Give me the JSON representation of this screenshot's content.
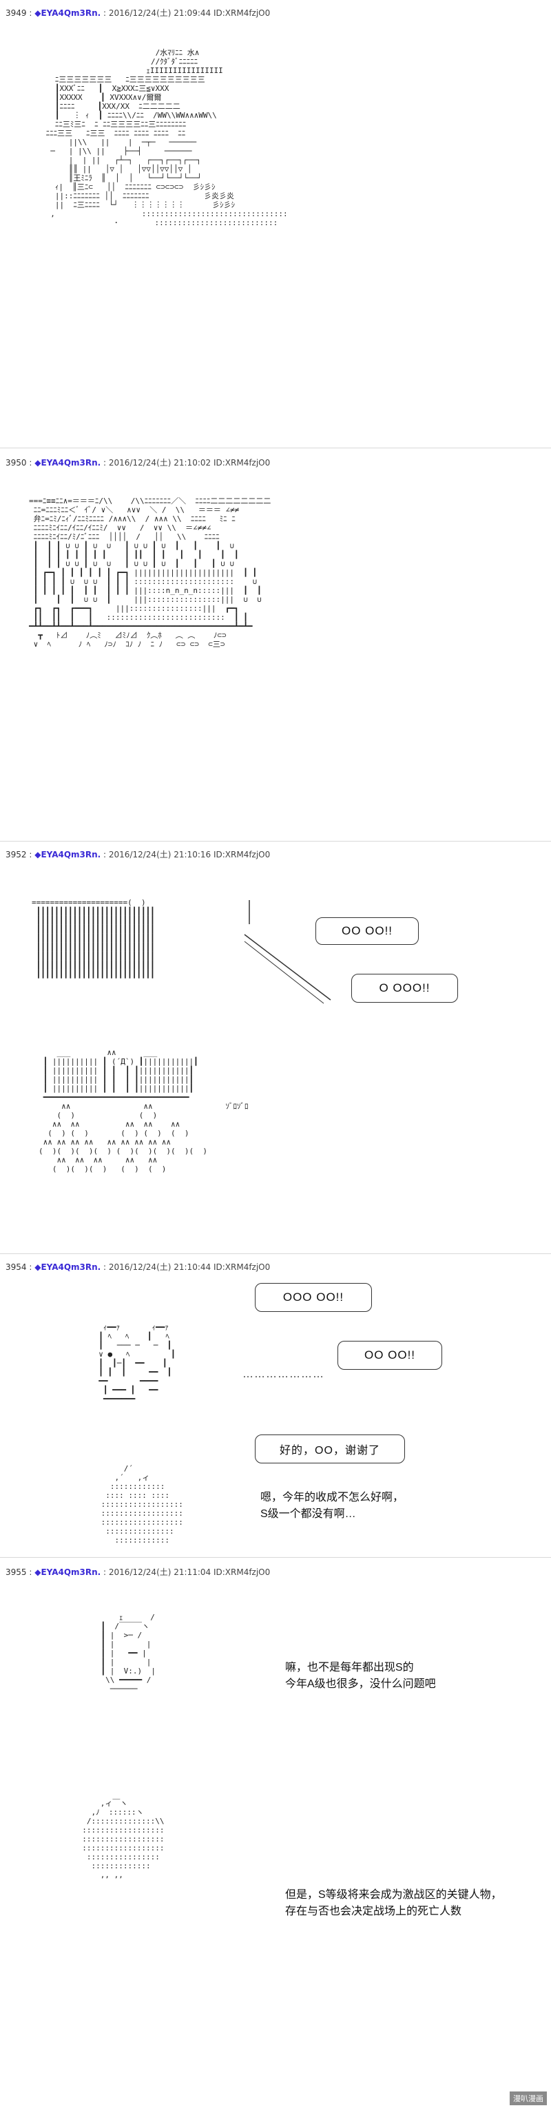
{
  "posts": [
    {
      "number": "3949",
      "author": "EYA4Qm3Rn.",
      "meta": "2016/12/24(土) 21:09:44 ID:XRM4fzjO0"
    },
    {
      "number": "3950",
      "author": "EYA4Qm3Rn.",
      "meta": "2016/12/24(土) 21:10:02 ID:XRM4fzjO0"
    },
    {
      "number": "3952",
      "author": "EYA4Qm3Rn.",
      "meta": "2016/12/24(土) 21:10:16 ID:XRM4fzjO0",
      "bubbles": [
        "OO OO!!",
        "O OOO!!"
      ]
    },
    {
      "number": "3954",
      "author": "EYA4Qm3Rn.",
      "meta": "2016/12/24(土) 21:10:44 ID:XRM4fzjO0",
      "bubbles": [
        "OOO OO!!",
        "OO OO!!",
        "好的，OO，谢谢了"
      ],
      "dots": "…………………",
      "speech": [
        "嗯，今年的收成不怎么好啊，",
        "S级一个都没有啊…"
      ]
    },
    {
      "number": "3955",
      "author": "EYA4Qm3Rn.",
      "meta": "2016/12/24(土) 21:11:04 ID:XRM4fzjO0",
      "speech_a": [
        "嘛，也不是每年都出现S的",
        "今年A级也很多，没什么问题吧"
      ],
      "speech_b": [
        "但是，S等级将来会成为激战区的关键人物，",
        "存在与否也会决定战场上的死亡人数"
      ]
    }
  ],
  "watermark": "漫叭漫画",
  "icons": {
    "post-marker": "diamond-icon"
  },
  "colors": {
    "author": "#3b2bd6",
    "text": "#111111"
  },
  "art": {
    "p1": "                         /水ﾏﾘﾆﾆ 水∧\n                        //ｸﾀﾞﾀﾞﾆﾆﾆﾆﾆ\n                       ｪIIIIIIIIIIIIIIII\n   ﾆ三三三三三三三   ﾆ三三三三三三三三三三\n   ┃XXXﾞﾆﾆ   ┃  X≧XXXﾆ三≦∨XXX\n   ┃XXXXX    ┃ XVXXX∧∨/爾爾\n   ┃ﾆﾆﾆﾆ     ┃XXX/XX  ﾆ二二二二二\n   ┃   ︙ ｨ  ┃ ﾆﾆﾆﾆ\\\\/ﾆﾆ  /WW\\\\WW∧∧∧WW\\\\\n   ﾆﾆ三ﾐ三ﾆ  ﾆ ﾆﾆ三三三三ﾆﾆ三ﾆﾆﾆﾆﾆﾆﾆﾆ\n ﾆﾆﾆ三三   ﾆ三三  ﾆﾆﾆﾆ ﾆﾆﾆﾆ ﾆﾆﾆﾆ  ﾆﾆ\n      ||\\\\   ||    |  ─┬─   ──────\n  ─   | |\\\\ ||    ├──┤     ──────\n      |  | ||   ┌┴─┐   ┌──┐┌──┐┌──┐\n      ║║ ||   │▽ │   │▽▽││▽▽││▽ │\n      ║王ﾐﾆﾗ  ║  │  │   └──┘└──┘└──┘\n   ｨ|  ║三ﾆ⊂   ││  ﾆﾆﾆﾆﾆﾆﾆ ⊂⊃⊂⊃⊂⊃  彡ｼ彡ｼ\n   ||::ﾆﾆﾆﾆﾆﾆﾆ ││  ﾆﾆﾆﾆﾆﾆﾆ            彡炎彡炎\n   ||  ﾆ三ﾆﾆﾆﾆ  └┘   ︙︙︙︙︙︙︙      彡ｼ彡ｼ\n  ,                   ::::::::::::::::::::::::::::::::\n                ･        :::::::::::::::::::::::::::",
    "p2": "===ﾆ≡≡ﾆﾆ∧=＝＝＝ﾆ/\\\\    /\\\\ﾆﾆﾆﾆﾆﾆﾆ／＼  ﾆﾆﾆﾆ二二二二二二二二\n ﾆﾆ=ﾆﾆﾆﾐﾆﾆ＜ﾞ ｲﾞ/ ∨＼   ∧∨∨  ＼ /  \\\\   ＝＝＝ ∠≠≠\n 弁ﾆ=ﾆﾐ/ﾆｨﾞ/ﾆﾆﾐﾆﾆﾆﾆ /∧∧∧\\\\  / ∧∧∧ \\\\  ﾆﾆﾆﾆ   ﾐﾆ ﾆ\n ﾆﾆﾆﾆﾐﾆｲﾆﾆ/ｲﾆﾆ/ｲﾆﾆﾐ/  ∨∨   /  ∨∨ \\\\  ＝∠≠≠∠\n ﾆﾆﾆﾆﾐﾆｲﾆﾆ/ﾐ/ﾆﾞﾆﾆﾆ  ││││  /   ││   \\\\    ﾆﾆﾆﾆ\n ┃  ┃ ┃ ∪ ∪ ┃ ∪  ∪   ┃ ∪ ∪ ┃ ∪  ┃   ┃    ┃  ∪\n ┃  ┃ ┃ ┃ ┃ ┃ ┃ ┃    ┃ ┃┃  ┃ ┃   ┃   ┃    ┃  ┃\n ┃  ┃ ┃ ∪ ∪ ┃ ∪  ∪   ┃ ∪ ∪ ┃ ∪  ┃   ┃   ┃ ∪ ∪\n ┃ ┏━┓ ┃ ┃ ┃ ┃ ┃ ┃ ┏━┓ ||||||||||||||||||||||  ┃ ┃\n ┃ ┃ ┃ ┃ ∪  ∪ ∪  ┃ ┃ ┃ ::::::::::::::::::::::    ∪\n ┃ ┃ ┃ ┃ ┃  ┃ ┃  ┃ ┃ ┃ |||::::n_n_n_n:::::|||  ┃  ┃\n ┃    ┃  ┃  ∪ ∪  ┃     |||::::::::::::::::|||  ∪  ∪\n ┏┓  ┏┓  ┏━━━┓     |||::::::::::::::::|||  ┏━┓\n ┃┃  ┃┃  ┃   ┃   ::::::::::::::::::::::::::  ┃ ┃\n━┻┻━━┻┻━━┻━━━┻━━━━━━━━━━━━━━━━━━━━━━━━━━━━━━━┻━┻━\n  ┳   ﾄ⊿    ﾉ︵ﾐ   ⊿ﾐﾉ⊿  ｸ︵ﾎ   ︵ ︵    ﾉ⊂⊃\n ∨  ﾍ      ﾉ ﾍ   ﾉ⊃ﾉ  ｺﾉ ﾉ  ﾆ ﾉ   ⊂⊃ ⊂⊃  ⊂三⊃",
    "p3a": "=====================(  )\n ┃┃┃┃┃┃┃┃┃┃┃┃┃┃┃┃┃┃┃┃┃┃┃┃┃┃\n ┃┃┃┃┃┃┃┃┃┃┃┃┃┃┃┃┃┃┃┃┃┃┃┃┃┃\n ┃┃┃┃┃┃┃┃┃┃┃┃┃┃┃┃┃┃┃┃┃┃┃┃┃┃\n ┃┃┃┃┃┃┃┃┃┃┃┃┃┃┃┃┃┃┃┃┃┃┃┃┃┃\n ┃┃┃┃┃┃┃┃┃┃┃┃┃┃┃┃┃┃┃┃┃┃┃┃┃┃\n ┃┃┃┃┃┃┃┃┃┃┃┃┃┃┃┃┃┃┃┃┃┃┃┃┃┃\n ┃┃┃┃┃┃┃┃┃┃┃┃┃┃┃┃┃┃┃┃┃┃┃┃┃┃\n ┃┃┃┃┃┃┃┃┃┃┃┃┃┃┃┃┃┃┃┃┃┃┃┃┃┃",
    "p3b": "    ___        ∧∧      ___\n ┃ |||||||||| ┃ (´Д`) ┃|||||||||||┃\n ┃ |||||||||| ┃ ┃  ┃ ┃|||||||||||┃\n ┃ |||||||||| ┃ ┃  ┃ ┃|||||||||||┃\n ┃ |||||||||| ┃ ┃  ┃ ┃|||||||||||┃\n ━━━━━━━━━━━━━━━━━━━━━━━━━━━━━━━━\n     ∧∧                ∧∧                ｿﾞﾛｿﾞﾛ\n    (  )              (  )\n   ∧∧  ∧∧          ∧∧  ∧∧    ∧∧\n  (  ) (  )       (  ) (  )  (  )\n ∧∧ ∧∧ ∧∧ ∧∧   ∧∧ ∧∧ ∧∧ ∧∧ ∧∧\n(  )(  )(  )(  ) (  )(  )(  )(  )(  )\n    ∧∧  ∧∧  ∧∧     ∧∧   ∧∧\n   (  )(  )(  )   (  )  (  )",
    "p4a": "   ｨ━━ｧ       ｨ━━ｧ\n  ┃ ﾍ   ﾍ    ┃   ﾍ\n  ┃   ─── ─   ─  ┃\n  ∨ ●   ﾍ         ┃\n  ┃  ┃─┃  ━━    ┃\n  ┃ ┃  ┃     ━━  ┃\n  ━━       ━━━━\n   ┃ ━━━ ┃   ━━\n   ━━━━━━━",
    "p4b": "      /´\n    ,´   ,ィ\n   ::::::::::::\n  :::: :::: ::::\n ::::::::::::::::::\n ::::::::::::::::::\n ::::::::::::::::::\n  :::::::::::::::\n    ::::::::::::",
    "p5a": "        ｪ      /\n    ┃  /￣￣￣ヽ\n    ┃ |  >─ /\n    ┃ |       |\n    ┃ |   ━━ |\n    ┃ |       |\n    ┃ |  V:.)  |\n     \\\\ ━━━━━ /\n      ──────",
    "p5b": "      ,ィ￣ヽ\n    ,ﾉ  ::::::ヽ\n   /::::::::::::::\\\\\n  ::::::::::::::::::\n  ::::::::::::::::::\n  ::::::::::::::::::\n   ::::::::::::::::\n    :::::::::::::\n      ,, ,,"
  }
}
